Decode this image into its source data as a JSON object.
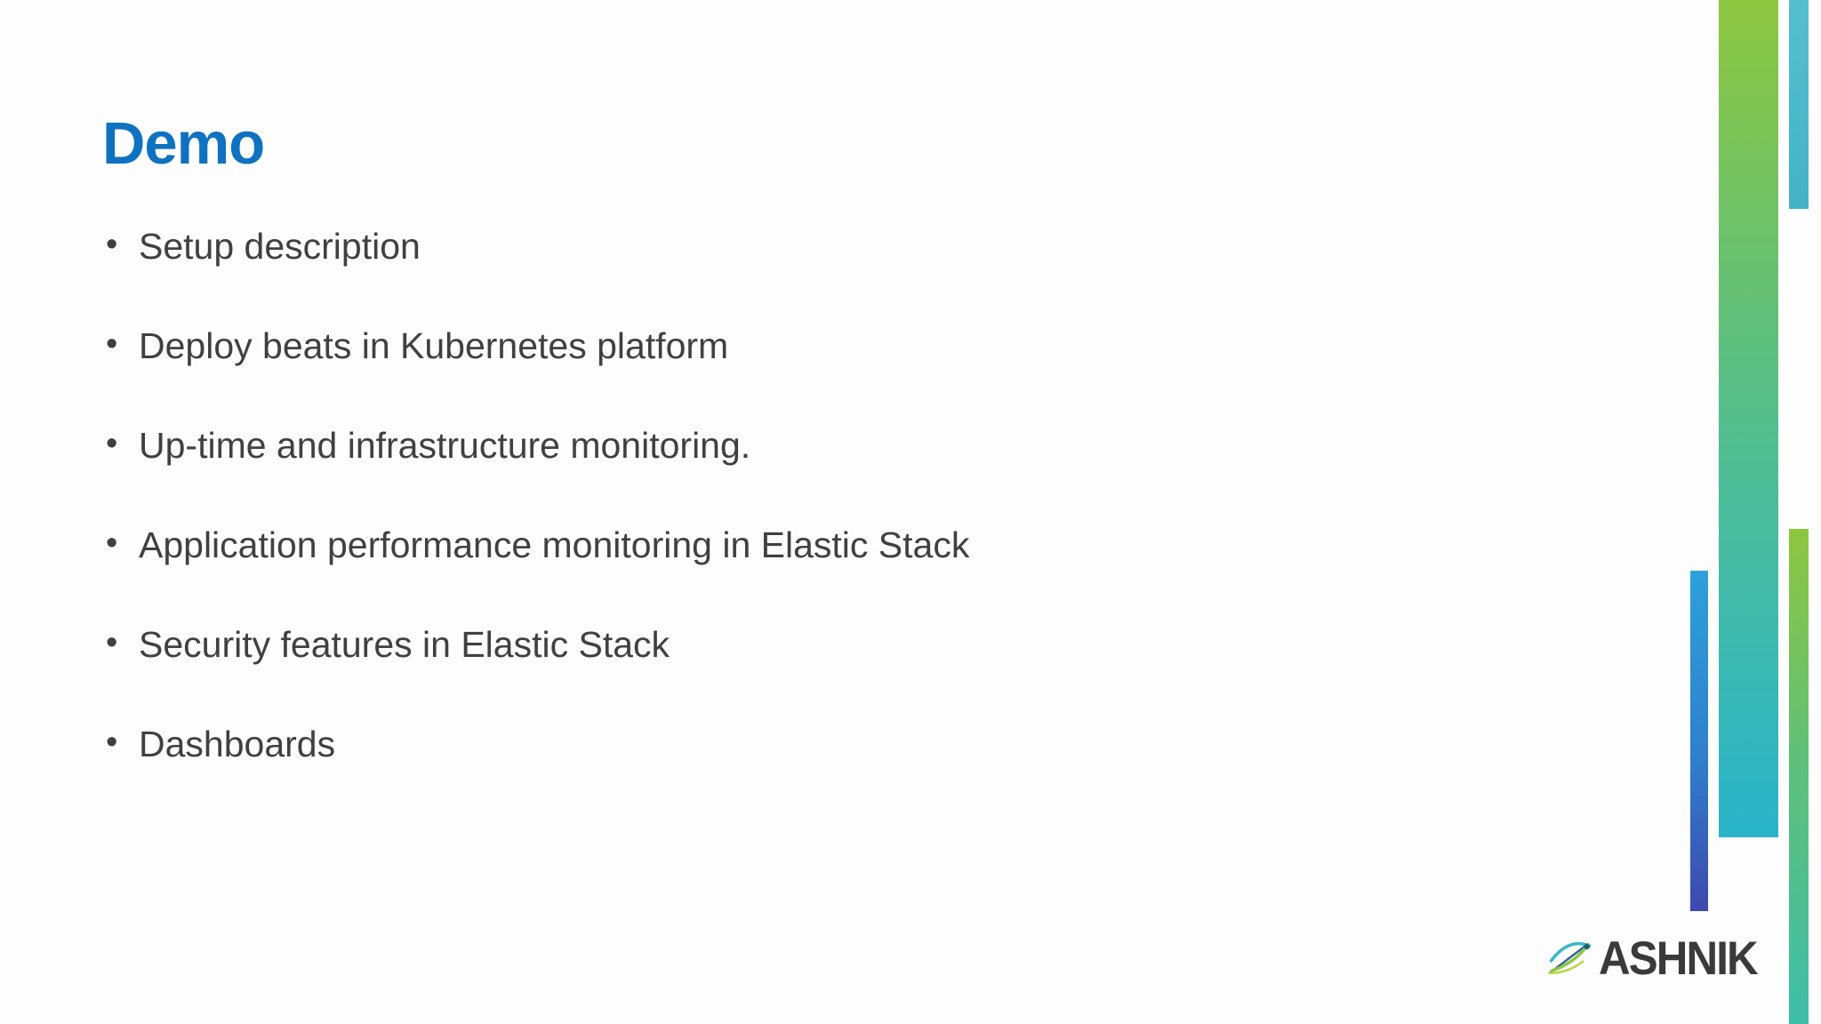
{
  "slide": {
    "title": "Demo",
    "bullet_char": "•",
    "bullets": [
      "Setup description",
      "Deploy beats in Kubernetes platform",
      "Up-time and infrastructure monitoring.",
      "Application performance monitoring in Elastic Stack",
      "Security features in Elastic Stack",
      "Dashboards"
    ]
  },
  "logo": {
    "brand": "ASHNIK",
    "emblem_icon": "ashnik-leaf-icon"
  },
  "colors": {
    "background": "#ffffff",
    "title_blue": "#0f72c1",
    "body_text": "#404040",
    "logo_text": "#3a3a3c",
    "bar_wide_gradient_top": "#8dc63f",
    "bar_wide_gradient_bottom": "#29b4cb",
    "bar_teal_top_right": "#4db9ca",
    "bar_green_low_top": "#8dc63f",
    "bar_green_low_bottom": "#3ebda7",
    "bar_blue_top": "#2da0da",
    "bar_blue_bottom": "#3f48ae"
  }
}
